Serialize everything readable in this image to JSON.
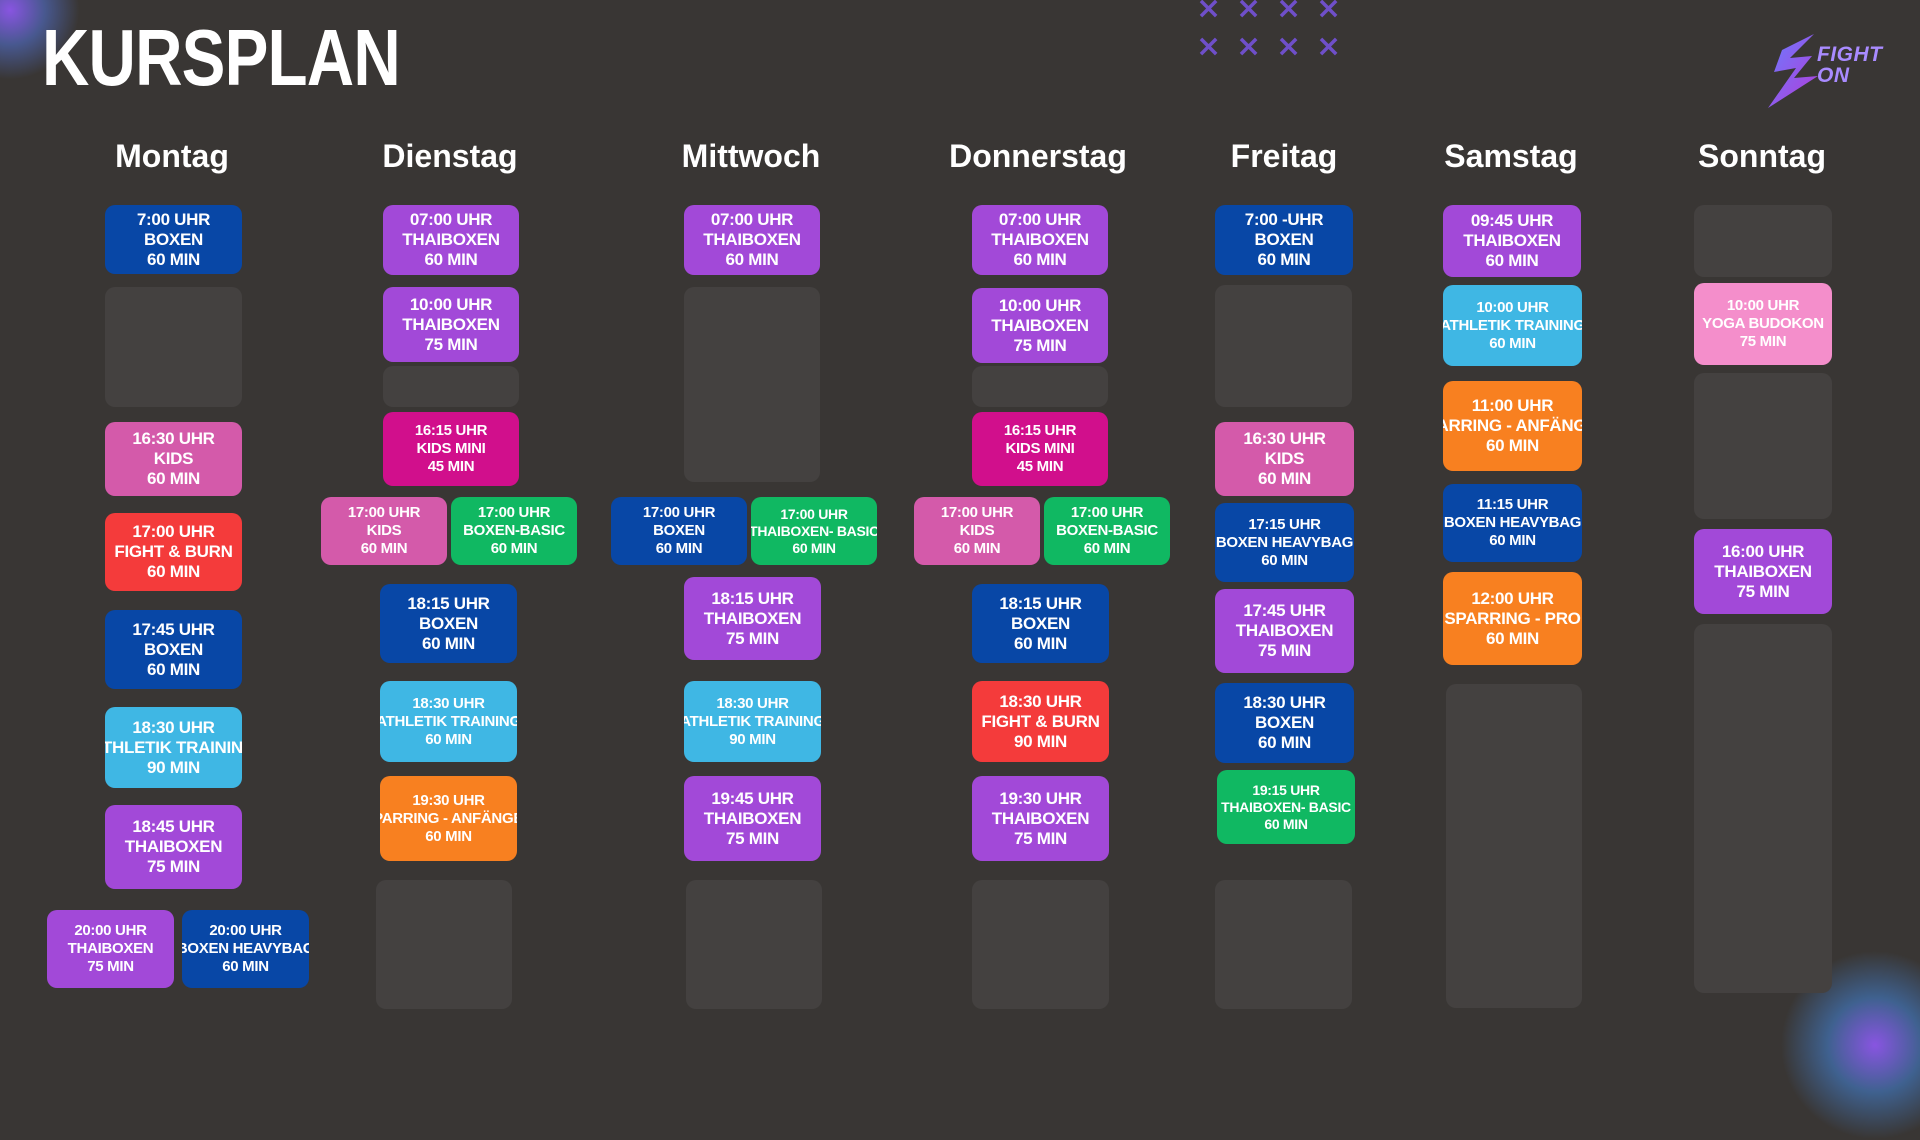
{
  "title": "KURSPLAN",
  "logo": {
    "line1": "FIGHT",
    "line2": "ON"
  },
  "colors": {
    "background": "#393634",
    "BOXEN": "#0847a6",
    "THAIBOXEN": "#a249d8",
    "KIDS": "#d45aaa",
    "KIDS_MINI": "#d10f8c",
    "FIGHT_BURN": "#f43b3b",
    "ATHLETIK": "#3fb7e4",
    "BASIC": "#10b862",
    "SPARRING": "#f88020",
    "YOGA": "#f48ecb"
  },
  "days": [
    {
      "name": "Montag",
      "classes": [
        {
          "time": "7:00 UHR",
          "name": "BOXEN",
          "duration": "60 MIN",
          "type": "BOXEN"
        },
        {
          "time": "16:30 UHR",
          "name": "KIDS",
          "duration": "60 MIN",
          "type": "KIDS"
        },
        {
          "time": "17:00  UHR",
          "name": "FIGHT & BURN",
          "duration": "60 MIN",
          "type": "FIGHT_BURN"
        },
        {
          "time": "17:45 UHR",
          "name": "BOXEN",
          "duration": "60 MIN",
          "type": "BOXEN"
        },
        {
          "time": "18:30 UHR",
          "name": "ATHLETIK TRAINING",
          "duration": "90 MIN",
          "type": "ATHLETIK"
        },
        {
          "time": "18:45  UHR",
          "name": "THAIBOXEN",
          "duration": "75 MIN",
          "type": "THAIBOXEN"
        },
        {
          "time": "20:00 UHR",
          "name": "THAIBOXEN",
          "duration": "75 MIN",
          "type": "THAIBOXEN"
        },
        {
          "time": "20:00 UHR",
          "name": "BOXEN HEAVYBAG",
          "duration": "60 MIN",
          "type": "BOXEN"
        }
      ]
    },
    {
      "name": "Dienstag",
      "classes": [
        {
          "time": "07:00 UHR",
          "name": "THAIBOXEN",
          "duration": "60 MIN",
          "type": "THAIBOXEN"
        },
        {
          "time": "10:00 UHR",
          "name": "THAIBOXEN",
          "duration": "75 MIN",
          "type": "THAIBOXEN"
        },
        {
          "time": "16:15 UHR",
          "name": "KIDS MINI",
          "duration": "45 MIN",
          "type": "KIDS_MINI"
        },
        {
          "time": "17:00 UHR",
          "name": "KIDS",
          "duration": "60 MIN",
          "type": "KIDS"
        },
        {
          "time": "17:00 UHR",
          "name": "BOXEN-BASIC",
          "duration": "60 MIN",
          "type": "BASIC"
        },
        {
          "time": "18:15 UHR",
          "name": "BOXEN",
          "duration": "60 MIN",
          "type": "BOXEN"
        },
        {
          "time": "18:30 UHR",
          "name": "ATHLETIK TRAINING",
          "duration": "60 MIN",
          "type": "ATHLETIK"
        },
        {
          "time": "19:30 UHR",
          "name": "SPARRING - ANFÄNGER",
          "duration": "60 MIN",
          "type": "SPARRING"
        }
      ]
    },
    {
      "name": "Mittwoch",
      "classes": [
        {
          "time": "07:00 UHR",
          "name": "THAIBOXEN",
          "duration": "60 MIN",
          "type": "THAIBOXEN"
        },
        {
          "time": "17:00 UHR",
          "name": "BOXEN",
          "duration": "60 MIN",
          "type": "BOXEN"
        },
        {
          "time": "17:00 UHR",
          "name": "THAIBOXEN- BASIC",
          "duration": "60 MIN",
          "type": "BASIC"
        },
        {
          "time": "18:15 UHR",
          "name": "THAIBOXEN",
          "duration": "75 MIN",
          "type": "THAIBOXEN"
        },
        {
          "time": "18:30 UHR",
          "name": "ATHLETIK TRAINING",
          "duration": "90 MIN",
          "type": "ATHLETIK"
        },
        {
          "time": "19:45 UHR",
          "name": "THAIBOXEN",
          "duration": "75 MIN",
          "type": "THAIBOXEN"
        }
      ]
    },
    {
      "name": "Donnerstag",
      "classes": [
        {
          "time": "07:00 UHR",
          "name": "THAIBOXEN",
          "duration": "60 MIN",
          "type": "THAIBOXEN"
        },
        {
          "time": "10:00 UHR",
          "name": "THAIBOXEN",
          "duration": "75 MIN",
          "type": "THAIBOXEN"
        },
        {
          "time": "16:15 UHR",
          "name": "KIDS MINI",
          "duration": "45 MIN",
          "type": "KIDS_MINI"
        },
        {
          "time": "17:00 UHR",
          "name": "KIDS",
          "duration": "60 MIN",
          "type": "KIDS"
        },
        {
          "time": "17:00 UHR",
          "name": "BOXEN-BASIC",
          "duration": "60 MIN",
          "type": "BASIC"
        },
        {
          "time": "18:15 UHR",
          "name": "BOXEN",
          "duration": "60 MIN",
          "type": "BOXEN"
        },
        {
          "time": "18:30 UHR",
          "name": "FIGHT & BURN",
          "duration": "90 MIN",
          "type": "FIGHT_BURN"
        },
        {
          "time": "19:30 UHR",
          "name": "THAIBOXEN",
          "duration": "75 MIN",
          "type": "THAIBOXEN"
        }
      ]
    },
    {
      "name": "Freitag",
      "classes": [
        {
          "time": "7:00 -UHR",
          "name": "BOXEN",
          "duration": "60 MIN",
          "type": "BOXEN"
        },
        {
          "time": "16:30 UHR",
          "name": "KIDS",
          "duration": "60 MIN",
          "type": "KIDS"
        },
        {
          "time": "17:15 UHR",
          "name": "BOXEN HEAVYBAG",
          "duration": "60 MIN",
          "type": "BOXEN"
        },
        {
          "time": "17:45 UHR",
          "name": "THAIBOXEN",
          "duration": "75 MIN",
          "type": "THAIBOXEN"
        },
        {
          "time": "18:30 UHR",
          "name": "BOXEN",
          "duration": "60 MIN",
          "type": "BOXEN"
        },
        {
          "time": "19:15 UHR",
          "name": "THAIBOXEN- BASIC",
          "duration": "60 MIN",
          "type": "BASIC"
        }
      ]
    },
    {
      "name": "Samstag",
      "classes": [
        {
          "time": "09:45 UHR",
          "name": "THAIBOXEN",
          "duration": "60 MIN",
          "type": "THAIBOXEN"
        },
        {
          "time": "10:00 UHR",
          "name": "ATHLETIK TRAINING",
          "duration": "60 MIN",
          "type": "ATHLETIK"
        },
        {
          "time": "11:00 UHR",
          "name": "SPARRING - ANFÄNGER",
          "duration": "60 MIN",
          "type": "SPARRING"
        },
        {
          "time": "11:15 UHR",
          "name": "BOXEN HEAVYBAG",
          "duration": "60 MIN",
          "type": "BOXEN"
        },
        {
          "time": "12:00 UHR",
          "name": "SPARRING - PRO",
          "duration": "60 MIN",
          "type": "SPARRING"
        }
      ]
    },
    {
      "name": "Sonntag",
      "classes": [
        {
          "time": "10:00 UHR",
          "name": "YOGA BUDOKON",
          "duration": "75 MIN",
          "type": "YOGA"
        },
        {
          "time": "16:00 UHR",
          "name": "THAIBOXEN",
          "duration": "75 MIN",
          "type": "THAIBOXEN"
        }
      ]
    }
  ]
}
